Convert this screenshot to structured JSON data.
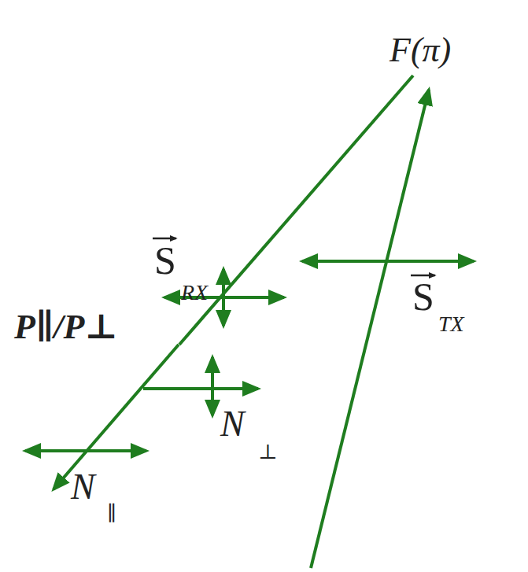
{
  "diagram": {
    "nodes": [
      {
        "text": [
          "F(π)"
        ]
      },
      {
        "text": [
          "P∥/P⊥"
        ]
      }
    ],
    "edges": [
      {
        "from": 0,
        "to": 1,
        "arrow": "none"
      }
    ],
    "labels": [
      "S",
      "RX",
      "S",
      "TX",
      "N",
      "⊥",
      "N",
      "∥"
    ]
  }
}
